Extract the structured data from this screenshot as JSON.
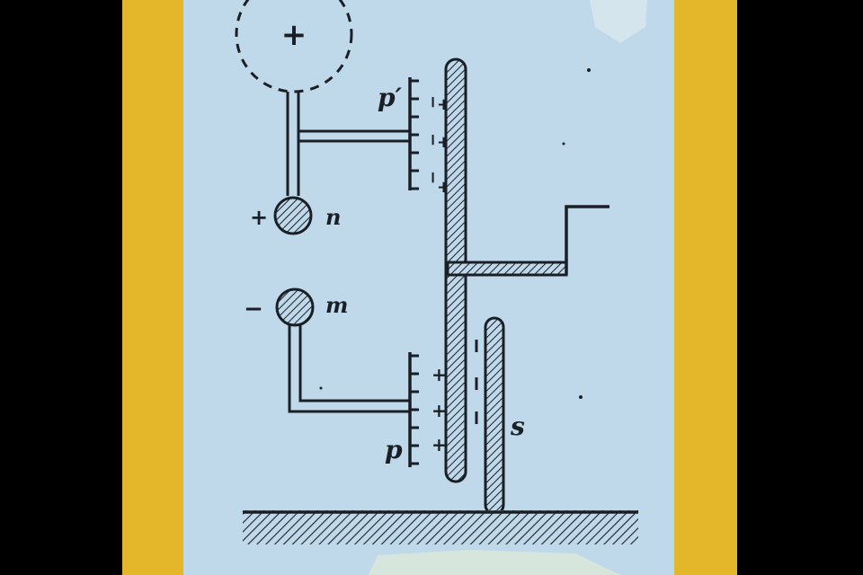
{
  "colors": {
    "background": "#000000",
    "frame": "#e4b62a",
    "paper": "#bfd9ea",
    "ink": "#1a1f26"
  },
  "labels": {
    "n": "n",
    "m": "m",
    "p_prime": "p′",
    "p": "p",
    "s": "s"
  },
  "signs": {
    "sphere_charge": "+",
    "n_charge": "+",
    "m_charge": "−",
    "plus": "+",
    "minus": "−"
  }
}
